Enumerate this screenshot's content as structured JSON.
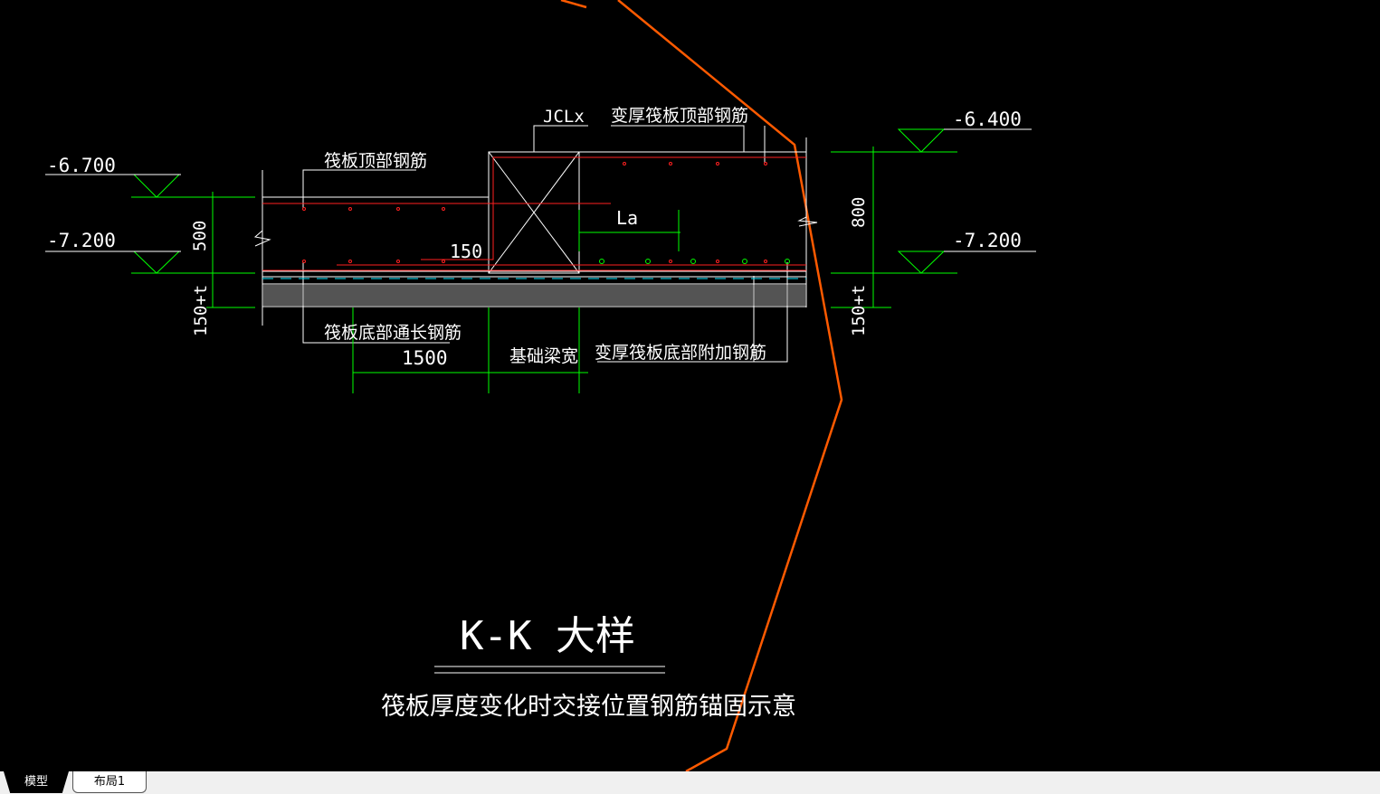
{
  "drawing": {
    "labels": {
      "top_rebar": "筏板顶部钢筋",
      "bottom_through_rebar": "筏板底部通长钢筋",
      "beam_name": "JCLx",
      "thick_top_rebar": "变厚筏板顶部钢筋",
      "thick_bottom_extra_rebar": "变厚筏板底部附加钢筋",
      "beam_width": "基础梁宽",
      "anchor_length": "La"
    },
    "elevations": {
      "left_top": "-6.700",
      "left_bottom": "-7.200",
      "right_top": "-6.400",
      "right_bottom": "-7.200"
    },
    "dimensions": {
      "left_thickness": "500",
      "right_thickness": "800",
      "left_cushion": "150+t",
      "right_cushion": "150+t",
      "offset": "150",
      "extension": "1500"
    },
    "title": "K-K 大样",
    "subtitle": "筏板厚度变化时交接位置钢筋锚固示意"
  },
  "colors": {
    "background": "#000000",
    "line": "#ffffff",
    "rebar": "#ff0000",
    "dimension": "#00ff00",
    "hidden": "#00e5ff",
    "cloud": "#ff5a00"
  },
  "tabs": [
    {
      "label": "模型"
    },
    {
      "label": "布局1"
    }
  ]
}
